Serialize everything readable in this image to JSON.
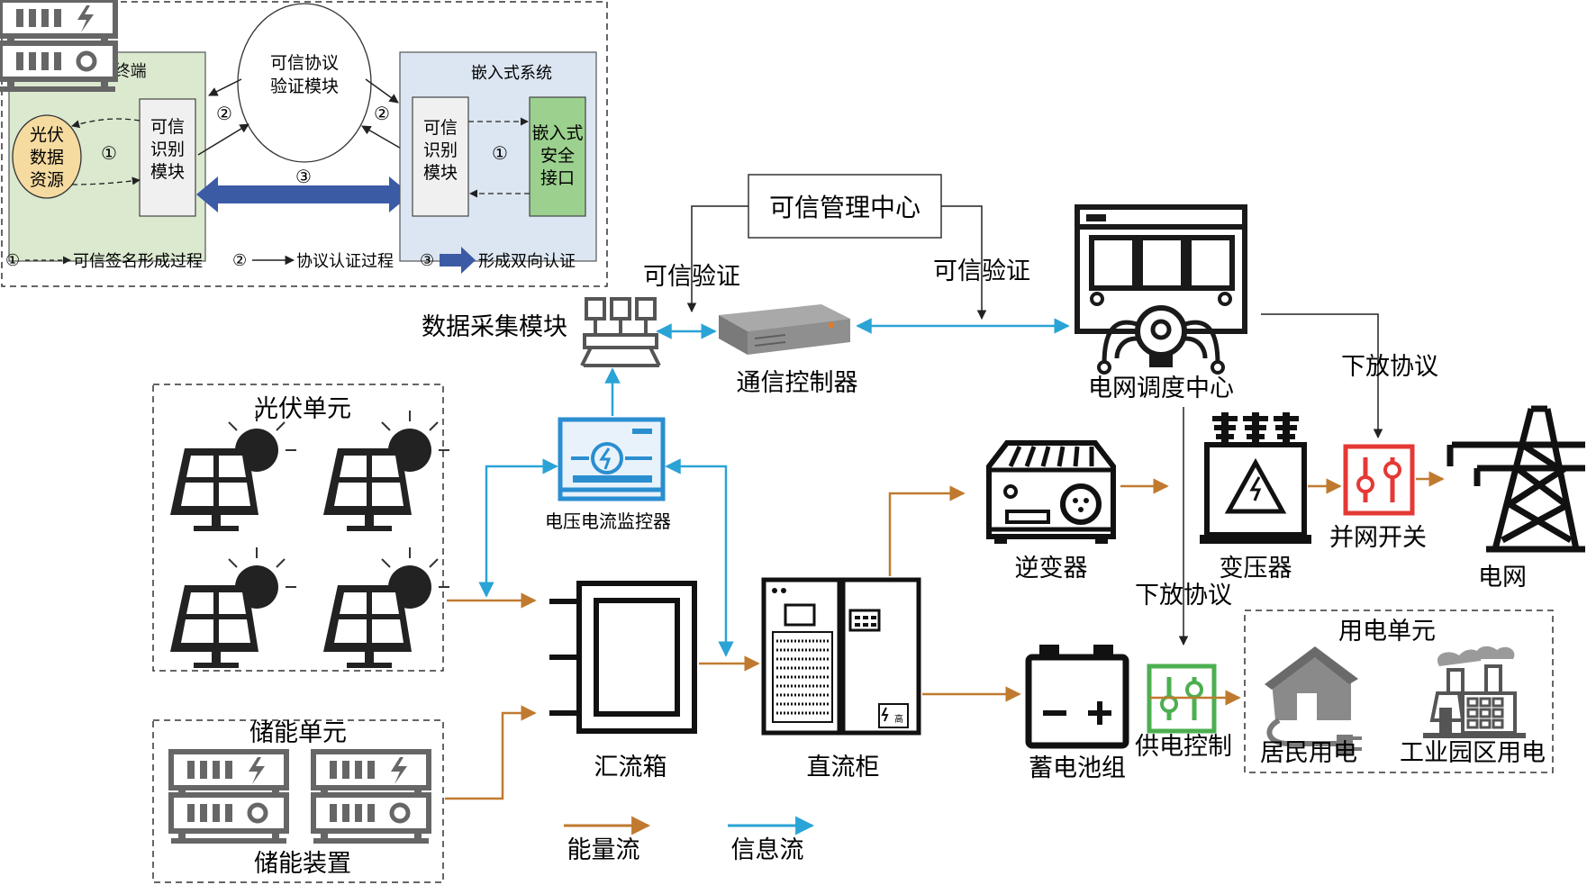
{
  "security_inset": {
    "ttu_terminal": "TTU 终端",
    "pv_data_source": [
      "光伏",
      "数据",
      "资源"
    ],
    "trusted_id_module": [
      "可信",
      "识别",
      "模块"
    ],
    "protocol_verify_module": [
      "可信协议",
      "验证模块"
    ],
    "embedded_system": "嵌入式系统",
    "embedded_interface": [
      "嵌入式",
      "安全",
      "接口"
    ],
    "step1": "①",
    "step2": "②",
    "step3": "③",
    "legend": {
      "l1_num": "①",
      "l1_text": "可信签名形成过程",
      "l2_num": "②",
      "l2_text": "协议认证过程",
      "l3_num": "③",
      "l3_text": "形成双向认证"
    }
  },
  "nodes": {
    "trust_center": "可信管理中心",
    "trust_verify_left": "可信验证",
    "trust_verify_right": "可信验证",
    "data_acq": "数据采集模块",
    "comm_controller": "通信控制器",
    "dispatch_center": "电网调度中心",
    "issue_protocol_top": "下放协议",
    "issue_protocol_mid": "下放协议",
    "pv_unit": "光伏单元",
    "vi_monitor": "电压电流监控器",
    "inverter": "逆变器",
    "transformer": "变压器",
    "grid_switch": "并网开关",
    "grid": "电网",
    "combiner_box": "汇流箱",
    "dc_cabinet": "直流柜",
    "battery": "蓄电池组",
    "supply_control": "供电控制",
    "load_unit": "用电单元",
    "residential": "居民用电",
    "industrial": "工业园区用电",
    "storage_unit": "储能单元",
    "storage_device": "储能装置",
    "high_voltage_mark": "高"
  },
  "legend": {
    "energy_flow": "能量流",
    "info_flow": "信息流"
  },
  "colors": {
    "energy": "#c07a2f",
    "info": "#2aa3d6",
    "double_arrow": "#3b5ba5",
    "ttu_bg": "#dbe9cf",
    "embedded_bg": "#dce6f2",
    "pv_source": "#f5dba0",
    "interface": "#9cd08e",
    "switch_red": "#e53935",
    "switch_green": "#4caf50"
  }
}
